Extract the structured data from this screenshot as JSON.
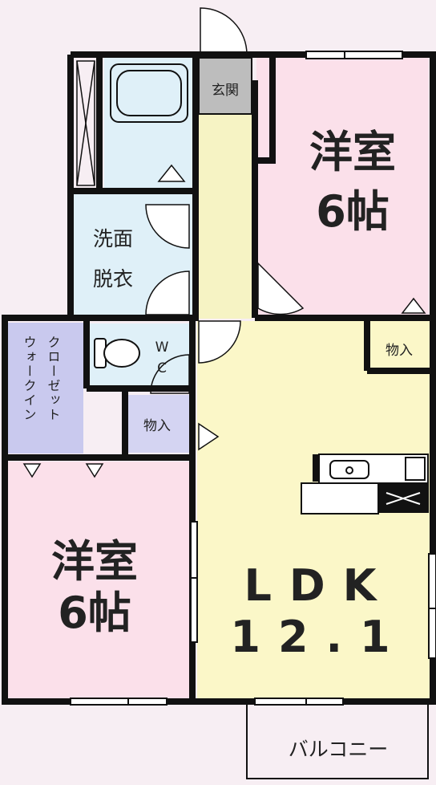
{
  "colors": {
    "bedroom": "#fbe0ea",
    "ldk": "#fbf7c8",
    "corridor": "#f6f3c4",
    "wet": "#dff0f8",
    "closet": "#c9c9ee",
    "storage": "#d4d4f2",
    "entrance": "#bdbdbd",
    "wall": "#111111",
    "background": "#f7eef3"
  },
  "rooms": {
    "bedroom_ne": {
      "line1": "洋室",
      "line2": "6帖"
    },
    "bedroom_sw": {
      "line1": "洋室",
      "line2": "6帖"
    },
    "ldk": {
      "line1": "LDK",
      "line2": "12.1"
    },
    "entrance": {
      "label": "玄関"
    },
    "washroom": {
      "line1": "洗面",
      "line2": "脱衣"
    },
    "wc": {
      "line1": "W",
      "line2": "C"
    },
    "closet": {
      "col1": "クローゼット",
      "col2": "ウォークイン"
    },
    "storage_ne": {
      "label": "物入"
    },
    "storage_mid": {
      "label": "物入"
    },
    "balcony": {
      "label": "バルコニー"
    }
  }
}
